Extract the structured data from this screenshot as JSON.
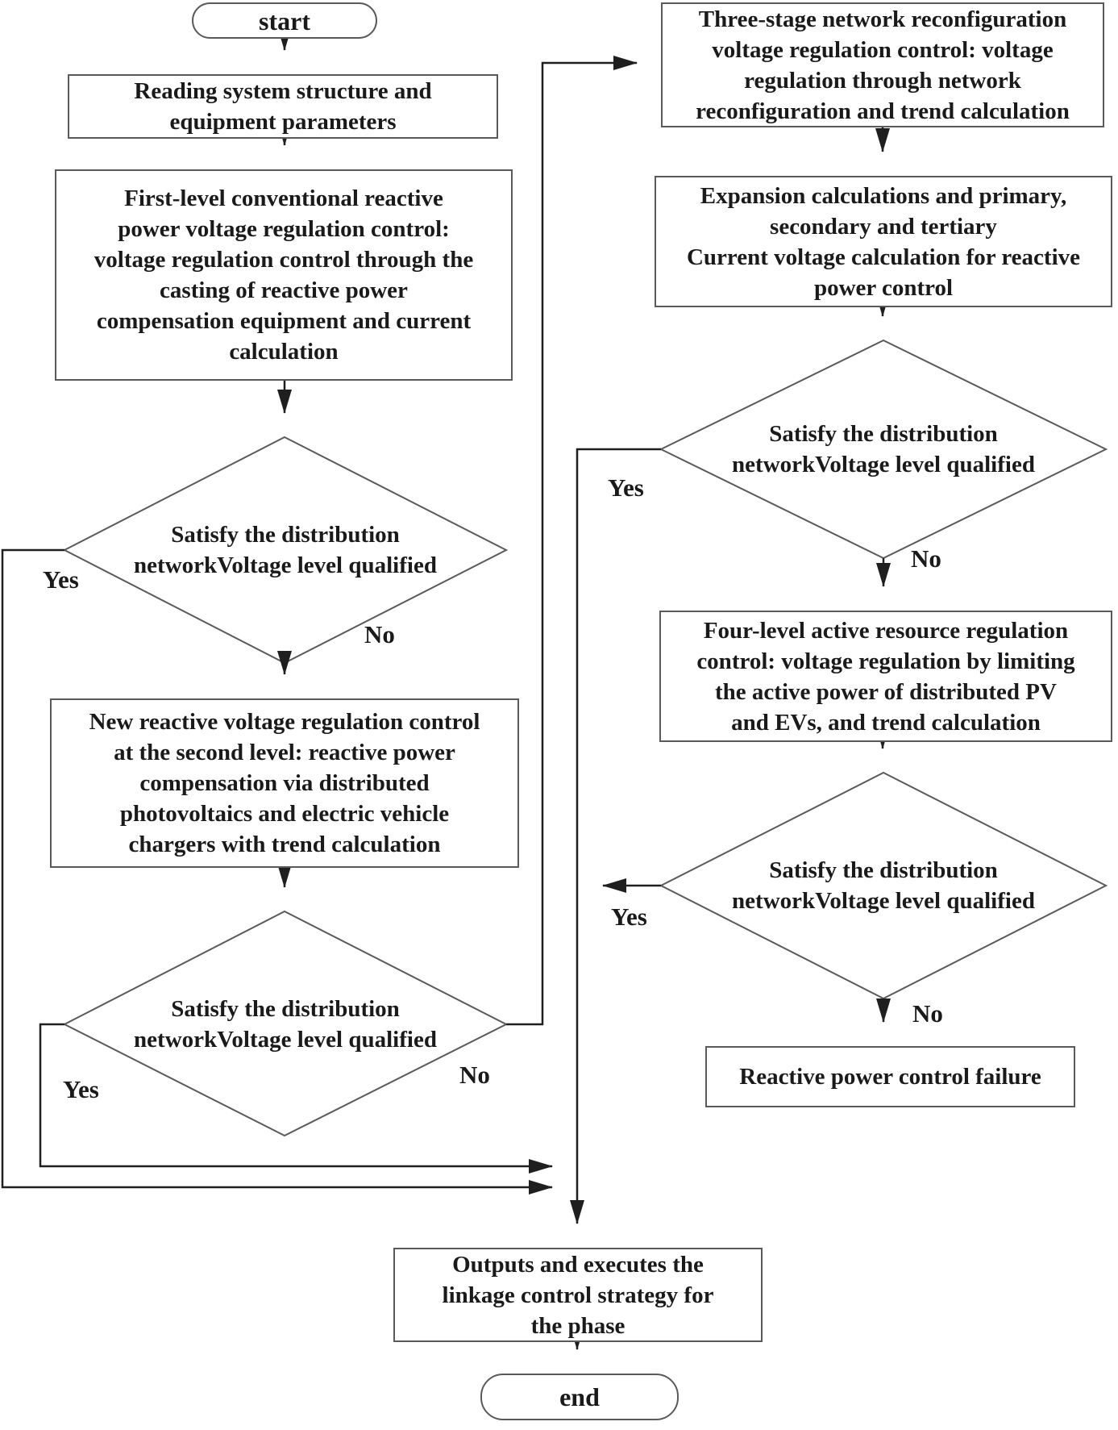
{
  "canvas": {
    "background": "#ffffff",
    "line_color": "#1f1f1f",
    "shape_border_color": "#5a5a5a",
    "text_color": "#1a1a1a"
  },
  "nodes": {
    "start": {
      "label": "start",
      "shape": "rounded"
    },
    "reading": {
      "label": "Reading system structure and\nequipment parameters",
      "shape": "process"
    },
    "first_level": {
      "label": "First-level conventional reactive\npower voltage regulation control:\nvoltage regulation control through the\ncasting of reactive power\ncompensation equipment and current\ncalculation",
      "shape": "process"
    },
    "decision_first": {
      "label": "Satisfy the distribution\nnetworkVoltage level qualified",
      "shape": "decision"
    },
    "second_level": {
      "label": "New reactive voltage regulation control\nat the second level: reactive power\ncompensation via distributed\nphotovoltaics and electric vehicle\nchargers with trend calculation",
      "shape": "process"
    },
    "decision_second": {
      "label": "Satisfy the distribution\nnetworkVoltage level qualified",
      "shape": "decision"
    },
    "three_stage": {
      "label": "Three-stage network reconfiguration\nvoltage regulation control: voltage\nregulation through network\nreconfiguration and trend calculation",
      "shape": "process"
    },
    "expansion": {
      "label": "Expansion calculations and primary,\nsecondary and tertiary\nCurrent voltage calculation for reactive\npower control",
      "shape": "process"
    },
    "decision_third": {
      "label": "Satisfy the distribution\nnetworkVoltage level qualified",
      "shape": "decision"
    },
    "four_level": {
      "label": "Four-level active resource regulation\ncontrol: voltage regulation by limiting\nthe active power of distributed PV\nand EVs, and trend calculation",
      "shape": "process"
    },
    "decision_fourth": {
      "label": "Satisfy the distribution\nnetworkVoltage level qualified",
      "shape": "decision"
    },
    "failure": {
      "label": "Reactive power control failure",
      "shape": "process"
    },
    "outputs": {
      "label": "Outputs and executes the\nlinkage control strategy for\nthe phase",
      "shape": "process"
    },
    "end": {
      "label": "end",
      "shape": "rounded"
    }
  },
  "edge_labels": {
    "decision_first_yes": "Yes",
    "decision_first_no": "No",
    "decision_second_yes": "Yes",
    "decision_second_no": "No",
    "decision_third_yes": "Yes",
    "decision_third_no": "No",
    "decision_fourth_yes": "Yes",
    "decision_fourth_no": "No"
  }
}
